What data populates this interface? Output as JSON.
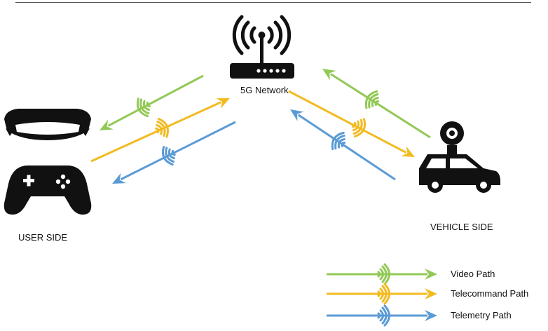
{
  "labels": {
    "network": "5G Network",
    "user_side": "USER SIDE",
    "vehicle_side": "VEHICLE SIDE"
  },
  "legend": [
    {
      "label": "Video Path",
      "color": "#92c956"
    },
    {
      "label": "Telecommand Path",
      "color": "#f2bb22"
    },
    {
      "label": "Telemetry Path",
      "color": "#5b9bd5"
    }
  ],
  "icons": {
    "router": "wifi-router-icon",
    "headset": "vr-headset-icon",
    "controller": "gamepad-icon",
    "vehicle": "car-with-camera-icon",
    "signal": "wireless-signal-icon"
  }
}
